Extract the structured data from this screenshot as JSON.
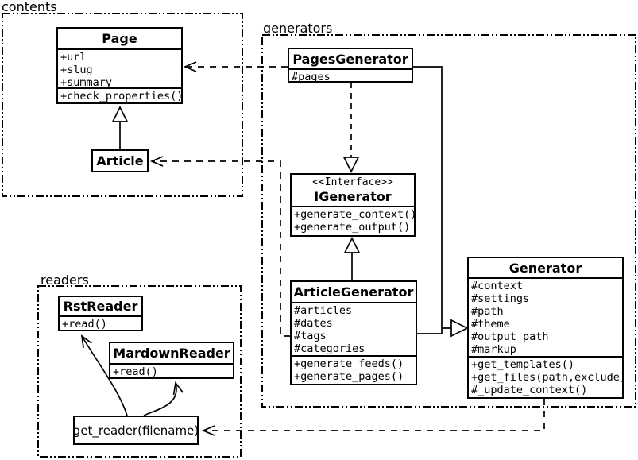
{
  "colors": {
    "background": "#ffffff",
    "stroke": "#000000",
    "text": "#000000",
    "box_fill": "#ffffff"
  },
  "packages": {
    "contents": {
      "label": "contents"
    },
    "generators": {
      "label": "generators"
    },
    "readers": {
      "label": "readers"
    }
  },
  "classes": {
    "page": {
      "name": "Page",
      "attributes": [
        "+url",
        "+slug",
        "+summary"
      ],
      "methods": [
        "+check_properties()"
      ]
    },
    "article": {
      "name": "Article"
    },
    "pages_generator": {
      "name": "PagesGenerator",
      "attributes": [
        "#pages"
      ]
    },
    "igenerator": {
      "stereotype": "<<Interface>>",
      "name": "IGenerator",
      "methods": [
        "+generate_context()",
        "+generate_output()"
      ]
    },
    "article_generator": {
      "name": "ArticleGenerator",
      "attributes": [
        "#articles",
        "#dates",
        "#tags",
        "#categories"
      ],
      "methods": [
        "+generate_feeds()",
        "+generate_pages()"
      ]
    },
    "generator": {
      "name": "Generator",
      "attributes": [
        "#context",
        "#settings",
        "#path",
        "#theme",
        "#output_path",
        "#markup"
      ],
      "methods": [
        "+get_templates()",
        "+get_files(path,exclude)",
        "#_update_context()"
      ]
    },
    "rst_reader": {
      "name": "RstReader",
      "methods": [
        "+read()"
      ]
    },
    "mardown_reader": {
      "name": "MardownReader",
      "methods": [
        "+read()"
      ]
    },
    "get_reader": {
      "name": "get_reader(filename)"
    }
  },
  "relationships": [
    {
      "from": "Article",
      "to": "Page",
      "type": "inheritance"
    },
    {
      "from": "PagesGenerator",
      "to": "Page",
      "type": "dependency"
    },
    {
      "from": "ArticleGenerator",
      "to": "Article",
      "type": "dependency"
    },
    {
      "from": "PagesGenerator",
      "to": "IGenerator",
      "type": "realization"
    },
    {
      "from": "ArticleGenerator",
      "to": "IGenerator",
      "type": "inheritance"
    },
    {
      "from": "PagesGenerator",
      "to": "Generator",
      "type": "inheritance"
    },
    {
      "from": "ArticleGenerator",
      "to": "Generator",
      "type": "inheritance"
    },
    {
      "from": "Generator",
      "to": "get_reader(filename)",
      "type": "dependency"
    },
    {
      "from": "get_reader(filename)",
      "to": "RstReader",
      "type": "call"
    },
    {
      "from": "get_reader(filename)",
      "to": "MardownReader",
      "type": "call"
    }
  ]
}
